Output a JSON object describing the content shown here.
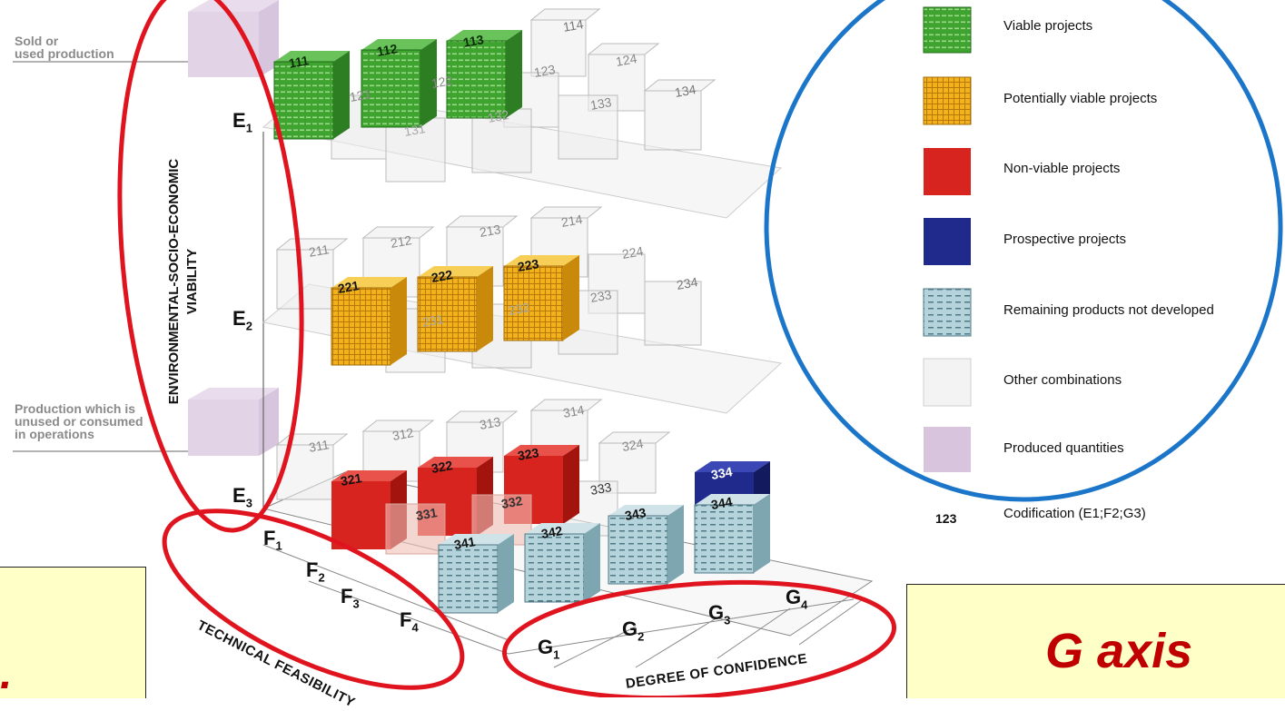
{
  "side_labels": {
    "sold": [
      "Sold or",
      "used production"
    ],
    "unused": [
      "Production which is",
      "unused or consumed",
      "in operations"
    ]
  },
  "axes": {
    "e_title": [
      "ENVIRONMENTAL-SOCIO-ECONOMIC",
      "VIABILITY"
    ],
    "e_levels": [
      "E",
      "E",
      "E"
    ],
    "e_subs": [
      "1",
      "2",
      "3"
    ],
    "f_levels": [
      "F",
      "F",
      "F",
      "F"
    ],
    "f_subs": [
      "1",
      "2",
      "3",
      "4"
    ],
    "f_title": "TECHNICAL FEASIBILITY",
    "g_levels": [
      "G",
      "G",
      "G",
      "G"
    ],
    "g_subs": [
      "1",
      "2",
      "3",
      "4"
    ],
    "g_title": "DEGREE OF CONFIDENCE"
  },
  "layers": {
    "e1": {
      "back": [
        "111",
        "112",
        "113",
        "114"
      ],
      "mid": [
        "121",
        "122",
        "123",
        "124"
      ],
      "front": [
        "131",
        "132",
        "133",
        "134"
      ]
    },
    "e2": {
      "back": [
        "211",
        "212",
        "213",
        "214"
      ],
      "mid": [
        "221",
        "222",
        "223",
        "224"
      ],
      "front": [
        "231",
        "232",
        "233",
        "234"
      ]
    },
    "e3": {
      "back": [
        "311",
        "312",
        "313",
        "314"
      ],
      "mid": [
        "321",
        "322",
        "323",
        "324"
      ],
      "front": [
        "331",
        "332",
        "333",
        "334"
      ],
      "fourth": [
        "341",
        "342",
        "343",
        "344"
      ]
    }
  },
  "legend": {
    "items": [
      {
        "label": "Viable projects",
        "color": "#3b9d2b"
      },
      {
        "label": "Potentially viable projects",
        "color": "#f2b51f"
      },
      {
        "label": "Non-viable projects",
        "color": "#d8241f"
      },
      {
        "label": "Prospective projects",
        "color": "#1f2a8c"
      },
      {
        "label": "Remaining products not developed",
        "color": "#a9cbd4"
      },
      {
        "label": "Other combinations",
        "color": "#f0f0f0"
      },
      {
        "label": "Produced quantities",
        "color": "#d9c4de"
      }
    ],
    "code_sample": "123",
    "code_label": "Codification (E1;F2;G3)"
  },
  "callouts": {
    "left_text": ".",
    "right_text": "G axis"
  },
  "colors": {
    "annotation_red": "#e0141e",
    "annotation_blue": "#1b75c9",
    "callout_bg": "#ffffc8",
    "callout_text": "#c00000"
  }
}
